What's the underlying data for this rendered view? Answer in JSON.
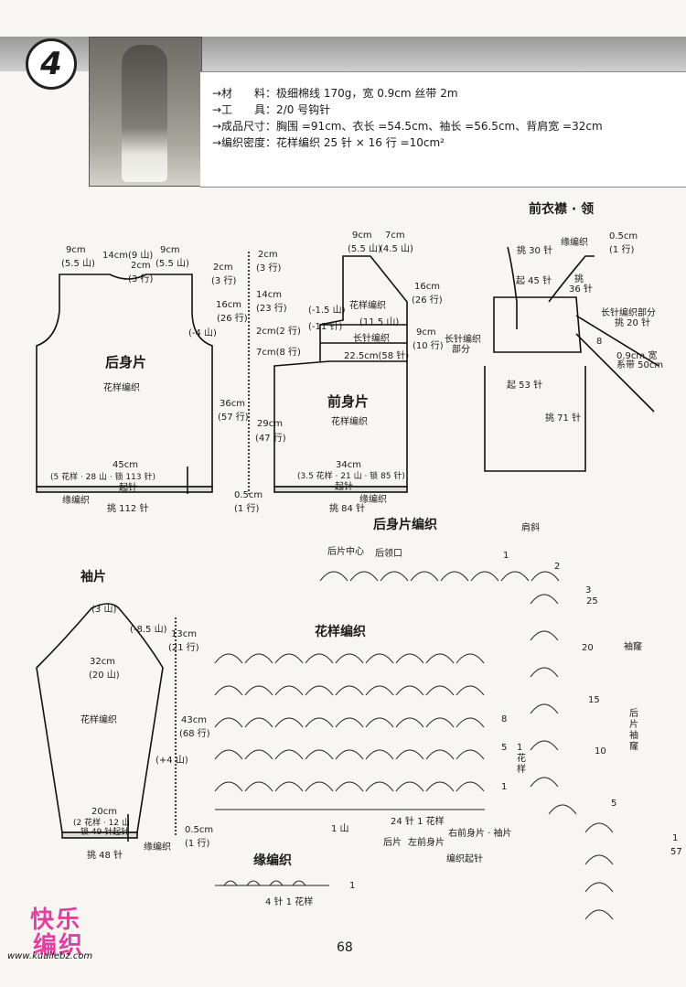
{
  "header": {
    "pattern_number": "4"
  },
  "specs": [
    "→材　　料：极细棉线 170g，宽 0.9cm 丝带 2m",
    "→工　　具：2/0 号钩针",
    "→成品尺寸：胸围 =91cm、衣长 =54.5cm、袖长 =56.5cm、背肩宽 =32cm",
    "→编织密度：花样编织  25 针 × 16 行 =10cm²"
  ],
  "back_piece": {
    "title": "后身片",
    "pattern": "花样编织",
    "top_dims": [
      "9cm",
      "(5.5 山)",
      "14cm(9 山)",
      "9cm",
      "(5.5 山)"
    ],
    "neck": [
      "2cm",
      "(3 行)"
    ],
    "right_top": [
      "2cm",
      "(3 行)",
      "2cm",
      "(3 行)"
    ],
    "armhole": [
      "16cm",
      "(26 行)",
      "(-4 山)",
      "14cm",
      "(23 行)",
      "2cm(2 行)",
      "7cm(8 行)"
    ],
    "height": [
      "36cm",
      "(57 行)",
      "29cm",
      "(47 行)"
    ],
    "bottom": [
      "45cm",
      "(5 花样 · 28 山 · 锁 113 针)",
      "起针",
      "缘编织",
      "挑 112 针",
      "0.5cm",
      "(1 行)"
    ]
  },
  "front_piece": {
    "title": "前身片",
    "pattern": "花样编织",
    "top_dims": [
      "9cm",
      "(5.5 山)",
      "7cm",
      "(4.5 山)"
    ],
    "left_labels": [
      "(-1.5 山)",
      "(-11 针)"
    ],
    "right_dims": [
      "16cm",
      "(26 行)",
      "9cm",
      "(10 行)"
    ],
    "inner": [
      "花样编织",
      "(11.5 山)",
      "长针编织",
      "22.5cm(58 针)"
    ],
    "bottom": [
      "34cm",
      "(3.5 花样 · 21 山 · 锁 85 针)",
      "起针",
      "缘编织",
      "挑 84 针"
    ]
  },
  "front_placket": {
    "title": "前衣襟 · 领",
    "labels": [
      "挑 30 针",
      "缘编织",
      "0.5cm",
      "(1 行)",
      "起 45 针",
      "挑",
      "36 针",
      "长针编织部分",
      "挑 20 针",
      "长针编织",
      "部分",
      "0.9cm 宽",
      "系带 50cm",
      "起 53 针",
      "挑 71 针",
      "8"
    ]
  },
  "sleeve": {
    "title": "袖片",
    "labels": [
      "(3 山)",
      "(-8.5 山)",
      "13cm",
      "(21 行)",
      "32cm",
      "(20 山)",
      "花样编织",
      "43cm",
      "(68 行)",
      "(+4 山)",
      "20cm",
      "(2 花样 · 12 山",
      "锁 49 针起针",
      "0.5cm",
      "(1 行)",
      "缘编织",
      "挑 48 针"
    ]
  },
  "back_chart": {
    "title": "后身片编织",
    "labels": [
      "肩斜",
      "后片中心",
      "后领口",
      "袖窿",
      "后片袖窿",
      "1",
      "2",
      "3",
      "25",
      "20",
      "15",
      "10",
      "5",
      "1",
      "57"
    ]
  },
  "pattern_chart": {
    "title": "花样编织",
    "labels": [
      "8",
      "5",
      "1 花样",
      "1",
      "1 山",
      "24 针 1 花样",
      "后片",
      "左前身片",
      "右前身片 · 袖片",
      "编织起针"
    ]
  },
  "edge_chart": {
    "title": "缘编织",
    "labels": [
      "4 针 1 花样",
      "1"
    ]
  },
  "footer": {
    "page_number": "68",
    "logo_text": [
      "快乐",
      "编织"
    ],
    "url": "www.kuailebz.com"
  }
}
